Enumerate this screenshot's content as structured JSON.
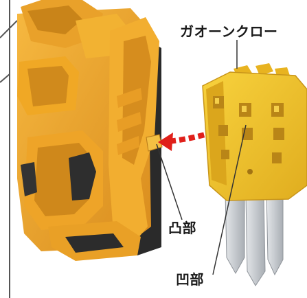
{
  "labels": {
    "claw_part": "ガオーンクロー",
    "convex_part": "凸部",
    "concave_part": "凹部"
  },
  "colors": {
    "toy_body": "#f0a825",
    "toy_shadow": "#c9831a",
    "claw_yellow": "#f5c52a",
    "claw_shadow": "#d6a418",
    "blade_gray": "#c9cdd2",
    "arrow_red": "#e0201a",
    "frame_line": "#444444"
  }
}
